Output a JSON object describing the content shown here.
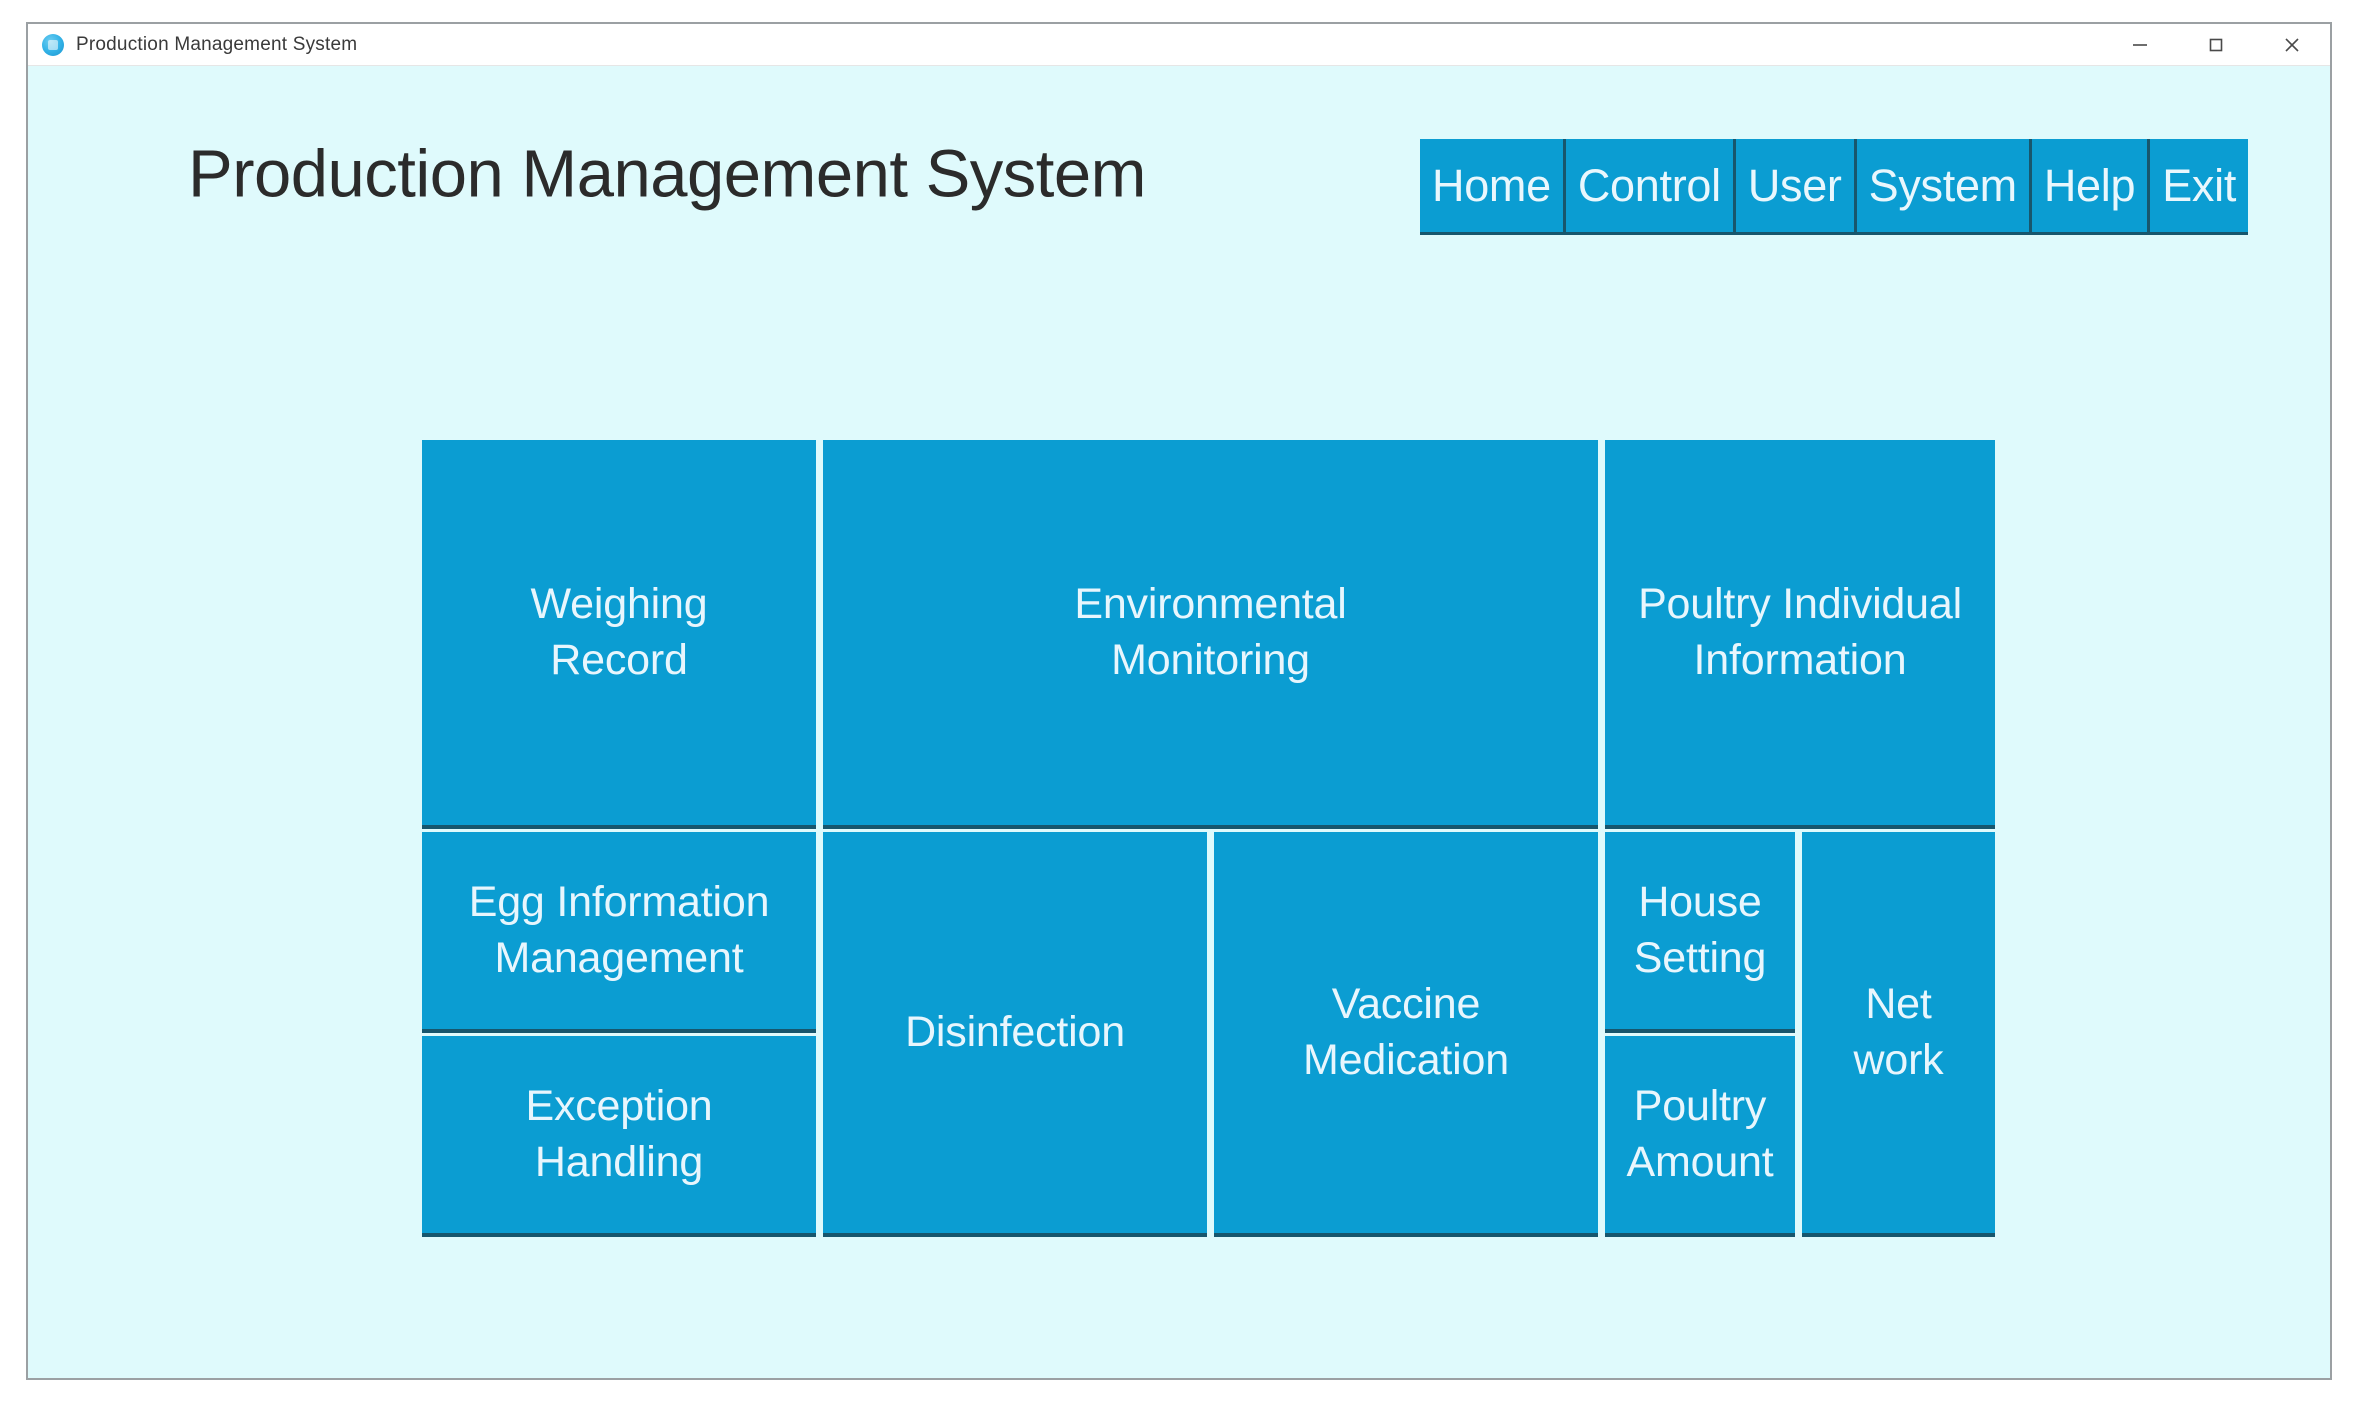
{
  "window": {
    "title": "Production Management System",
    "app_icon": "app-logo-icon",
    "controls": {
      "minimize": "minimize-icon",
      "maximize": "maximize-icon",
      "close": "close-icon"
    }
  },
  "header": {
    "title": "Production Management System"
  },
  "nav": {
    "items": [
      {
        "label": "Home"
      },
      {
        "label": "Control"
      },
      {
        "label": "User"
      },
      {
        "label": "System"
      },
      {
        "label": "Help"
      },
      {
        "label": "Exit"
      }
    ]
  },
  "tiles": {
    "weighing_record": "Weighing\nRecord",
    "environmental_monitoring": "Environmental\nMonitoring",
    "poultry_individual_information": "Poultry Individual\nInformation",
    "egg_information_management": "Egg Information\nManagement",
    "exception_handling": "Exception\nHandling",
    "disinfection": "Disinfection",
    "vaccine_medication": "Vaccine\nMedication",
    "house_setting": "House\nSetting",
    "poultry_amount": "Poultry\nAmount",
    "network": "Net\nwork"
  },
  "colors": {
    "tile": "#0b9dd2",
    "tile_shadow": "#17566d",
    "background": "#dffafc",
    "tile_text": "#e8f6fd",
    "title_text": "#2b2b2b"
  }
}
